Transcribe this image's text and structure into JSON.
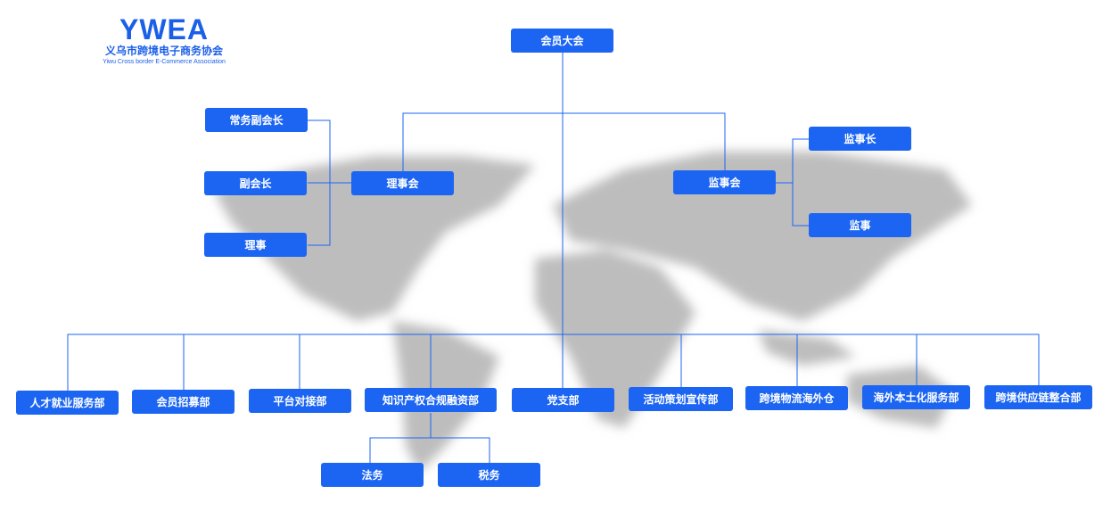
{
  "logo": {
    "mark": "YWEA",
    "title_cn": "义乌市跨境电子商务协会",
    "title_en": "Yiwu Cross border E-Commerce Association"
  },
  "colors": {
    "box": "#1b65f2",
    "line": "#1b65f2",
    "map": "#bdbdbd"
  },
  "nodes": {
    "assembly": "会员大会",
    "council": "理事会",
    "exec_vice": "常务副会长",
    "vice": "副会长",
    "director": "理事",
    "supervisory_board": "监事会",
    "chief_supervisor": "监事长",
    "supervisor": "监事",
    "departments": [
      "人才就业服务部",
      "会员招募部",
      "平台对接部",
      "知识产权合规融资部",
      "党支部",
      "活动策划宣传部",
      "跨境物流海外仓",
      "海外本土化服务部",
      "跨境供应链整合部"
    ],
    "legal": "法务",
    "tax": "税务"
  }
}
